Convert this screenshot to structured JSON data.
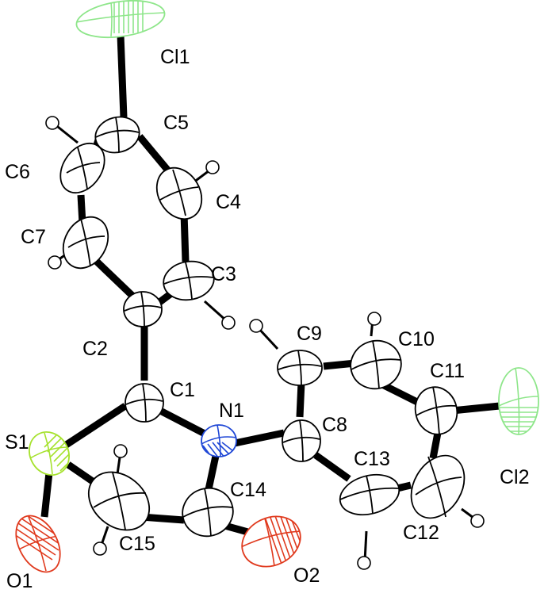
{
  "molecule": {
    "atoms": [
      {
        "id": "Cl1",
        "label": "Cl1",
        "element": "Cl",
        "color": "#8ee68a"
      },
      {
        "id": "C5",
        "label": "C5",
        "element": "C",
        "color": "#000000"
      },
      {
        "id": "C6",
        "label": "C6",
        "element": "C",
        "color": "#000000"
      },
      {
        "id": "C4",
        "label": "C4",
        "element": "C",
        "color": "#000000"
      },
      {
        "id": "C7",
        "label": "C7",
        "element": "C",
        "color": "#000000"
      },
      {
        "id": "C3",
        "label": "C3",
        "element": "C",
        "color": "#000000"
      },
      {
        "id": "C2",
        "label": "C2",
        "element": "C",
        "color": "#000000"
      },
      {
        "id": "C1",
        "label": "C1",
        "element": "C",
        "color": "#000000"
      },
      {
        "id": "C9",
        "label": "C9",
        "element": "C",
        "color": "#000000"
      },
      {
        "id": "C10",
        "label": "C10",
        "element": "C",
        "color": "#000000"
      },
      {
        "id": "C11",
        "label": "C11",
        "element": "C",
        "color": "#000000"
      },
      {
        "id": "N1",
        "label": "N1",
        "element": "N",
        "color": "#1f47d6"
      },
      {
        "id": "C8",
        "label": "C8",
        "element": "C",
        "color": "#000000"
      },
      {
        "id": "S1",
        "label": "S1",
        "element": "S",
        "color": "#a6e22e"
      },
      {
        "id": "C13",
        "label": "C13",
        "element": "C",
        "color": "#000000"
      },
      {
        "id": "C14",
        "label": "C14",
        "element": "C",
        "color": "#000000"
      },
      {
        "id": "Cl2",
        "label": "Cl2",
        "element": "Cl",
        "color": "#8ee68a"
      },
      {
        "id": "C15",
        "label": "C15",
        "element": "C",
        "color": "#000000"
      },
      {
        "id": "C12",
        "label": "C12",
        "element": "C",
        "color": "#000000"
      },
      {
        "id": "O1",
        "label": "O1",
        "element": "O",
        "color": "#e03a1e"
      },
      {
        "id": "O2",
        "label": "O2",
        "element": "O",
        "color": "#e03a1e"
      }
    ],
    "bonds": [
      [
        "Cl1",
        "C5"
      ],
      [
        "C5",
        "C6"
      ],
      [
        "C5",
        "C4"
      ],
      [
        "C6",
        "C7"
      ],
      [
        "C4",
        "C3"
      ],
      [
        "C7",
        "C2"
      ],
      [
        "C3",
        "C2"
      ],
      [
        "C2",
        "C1"
      ],
      [
        "C1",
        "S1"
      ],
      [
        "C1",
        "N1"
      ],
      [
        "N1",
        "C8"
      ],
      [
        "N1",
        "C14"
      ],
      [
        "S1",
        "O1"
      ],
      [
        "S1",
        "C15"
      ],
      [
        "C15",
        "C14"
      ],
      [
        "C14",
        "O2"
      ],
      [
        "C8",
        "C9"
      ],
      [
        "C9",
        "C10"
      ],
      [
        "C10",
        "C11"
      ],
      [
        "C11",
        "Cl2"
      ],
      [
        "C11",
        "C12"
      ],
      [
        "C12",
        "C13"
      ],
      [
        "C13",
        "C8"
      ]
    ]
  }
}
